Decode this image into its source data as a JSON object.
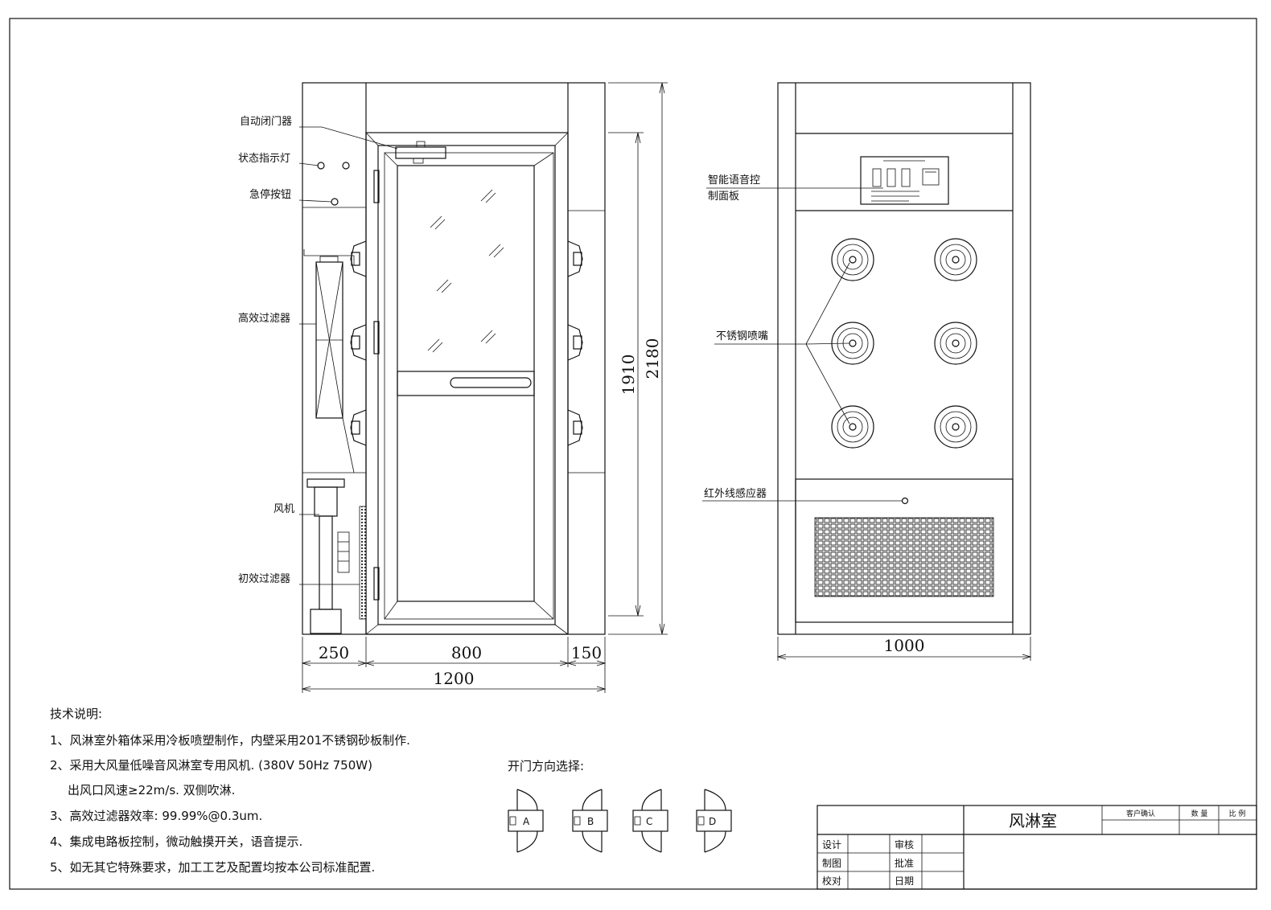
{
  "labels": {
    "door_closer": "自动闭门器",
    "status_light": "状态指示灯",
    "emergency_button": "急停按钮",
    "hepa_filter": "高效过滤器",
    "fan": "风机",
    "pre_filter": "初效过滤器",
    "voice_panel_1": "智能语音控",
    "voice_panel_2": "制面板",
    "nozzle": "不锈钢喷嘴",
    "ir_sensor": "红外线感应器"
  },
  "dimensions": {
    "h_1910": "1910",
    "h_2180": "2180",
    "w_250": "250",
    "w_800": "800",
    "w_150": "150",
    "w_1200": "1200",
    "w_1000": "1000"
  },
  "notes": {
    "heading": "技术说明:",
    "lines": [
      "1、风淋室外箱体采用冷板喷塑制作，内壁采用201不锈钢砂板制作.",
      "2、采用大风量低噪音风淋室专用风机.  (380V 50Hz  750W)",
      "出风口风速≥22m/s. 双侧吹淋.",
      "3、高效过滤器效率: 99.99%@0.3um.",
      "4、集成电路板控制，微动触摸开关，语音提示.",
      "5、如无其它特殊要求，加工工艺及配置均按本公司标准配置."
    ]
  },
  "door_direction": {
    "heading": "开门方向选择:",
    "options": [
      "A",
      "B",
      "C",
      "D"
    ]
  },
  "title_block": {
    "title": "风淋室",
    "customer_confirm": "客户确认",
    "quantity": "数 量",
    "scale": "比 例",
    "design": "设计",
    "review": "审核",
    "drawing": "制图",
    "approve": "批准",
    "check": "校对",
    "date": "日期"
  }
}
